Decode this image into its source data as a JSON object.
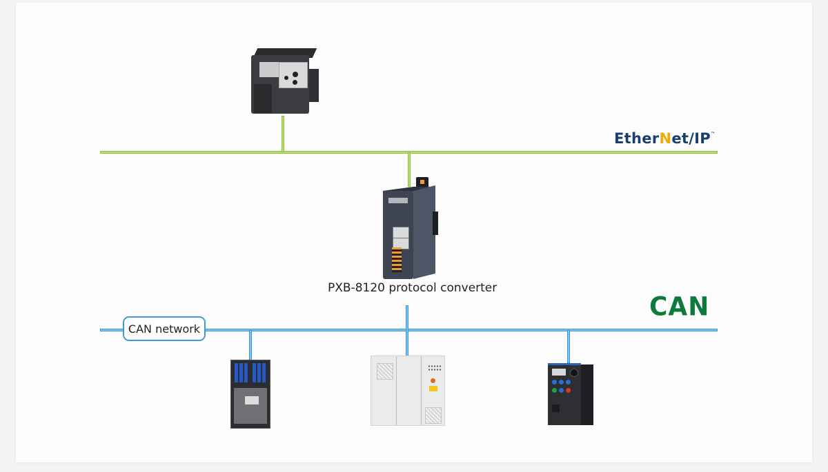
{
  "diagram": {
    "type": "network-topology",
    "networks": {
      "ethernet_ip": {
        "logo_text_before": "Ether",
        "logo_n": "N",
        "logo_text_after": "et/IP",
        "logo_tm": "™",
        "line_color": "#b7de6e",
        "logo_color": "#1b3f6b",
        "logo_accent": "#f2a900"
      },
      "can": {
        "logo_text": "CAN",
        "line_color": "#7cc4ef",
        "logo_color": "#0f7a3c",
        "network_label": "CAN network"
      }
    },
    "nodes": [
      {
        "id": "plc",
        "kind": "PLC controller",
        "network": "EtherNet/IP"
      },
      {
        "id": "converter",
        "kind": "protocol converter",
        "label": "PXB-8120 protocol converter",
        "networks": [
          "EtherNet/IP",
          "CAN"
        ]
      },
      {
        "id": "control-cabinet",
        "kind": "electrical control cabinet",
        "network": "CAN"
      },
      {
        "id": "inverter-cabinet",
        "kind": "power cabinet",
        "network": "CAN"
      },
      {
        "id": "vfd",
        "kind": "frequency inverter",
        "network": "CAN"
      }
    ],
    "edges": [
      [
        "plc",
        "ethernet_ip-bus"
      ],
      [
        "converter",
        "ethernet_ip-bus"
      ],
      [
        "converter",
        "can-bus"
      ],
      [
        "control-cabinet",
        "can-bus"
      ],
      [
        "inverter-cabinet",
        "can-bus"
      ],
      [
        "vfd",
        "can-bus"
      ]
    ]
  }
}
